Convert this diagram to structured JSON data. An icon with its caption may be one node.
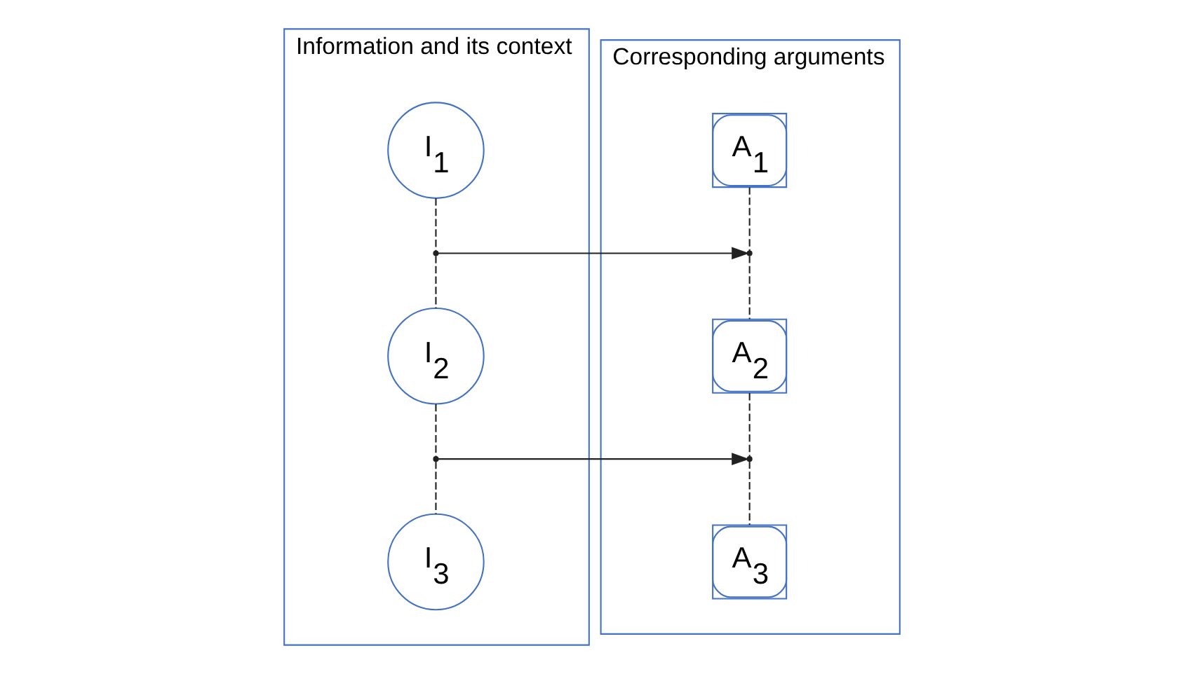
{
  "diagram": {
    "nodes": [
      {
        "text": [
          "Information and its context"
        ]
      },
      {
        "text": [
          "I$_{1}$"
        ],
        "in": 0
      },
      {
        "text": [],
        "shape": "point",
        "in": 0
      },
      {
        "text": [
          "I$_{2}$"
        ],
        "in": 0
      },
      {
        "text": [],
        "shape": "point",
        "in": 0
      },
      {
        "text": [
          "I$_{3}$"
        ],
        "in": 0
      },
      {
        "text": [
          "Corresponding arguments"
        ]
      },
      {
        "text": [
          "A$_{1}$"
        ],
        "in": 6
      },
      {
        "text": [],
        "shape": "point",
        "in": 6
      },
      {
        "text": [
          "A$_{2}$"
        ],
        "in": 6
      },
      {
        "text": [],
        "shape": "point",
        "in": 6
      },
      {
        "text": [
          "A$_{3}$"
        ],
        "in": 6
      }
    ],
    "edges": [
      {
        "from": 1,
        "to": 2,
        "arrow": "none",
        "style": "dashed"
      },
      {
        "from": 2,
        "to": 3,
        "arrow": "none",
        "style": "dashed"
      },
      {
        "from": 3,
        "to": 4,
        "arrow": "none",
        "style": "dashed"
      },
      {
        "from": 4,
        "to": 5,
        "arrow": "none",
        "style": "dashed"
      },
      {
        "from": 7,
        "to": 8,
        "arrow": "none",
        "style": "dashed"
      },
      {
        "from": 8,
        "to": 9,
        "arrow": "none",
        "style": "dashed"
      },
      {
        "from": 9,
        "to": 10,
        "arrow": "none",
        "style": "dashed"
      },
      {
        "from": 10,
        "to": 11,
        "arrow": "none",
        "style": "dashed"
      },
      {
        "from": 2,
        "to": 8,
        "arrow": "to"
      },
      {
        "from": 4,
        "to": 10,
        "arrow": "to"
      }
    ]
  }
}
